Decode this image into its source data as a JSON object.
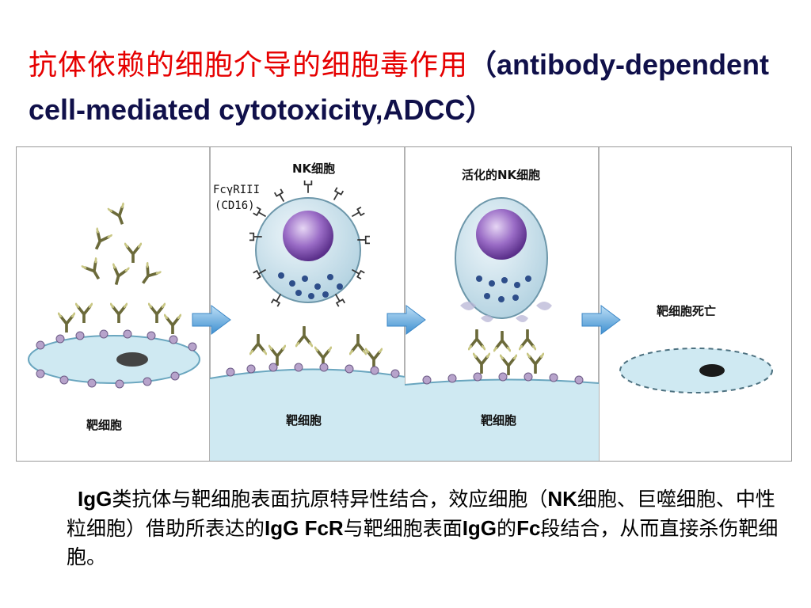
{
  "title": {
    "cn": "抗体依赖的细胞介导的细胞毒作用",
    "en": "（antibody-dependent cell-mediated cytotoxicity,ADCC）"
  },
  "figure": {
    "panel2": {
      "nk_label": "NK细胞",
      "receptor_label": "FcγRIII",
      "receptor_sub": "(CD16)",
      "target_label": "靶细胞"
    },
    "panel1": {
      "target_label": "靶细胞"
    },
    "panel3": {
      "nk_label": "活化的NK细胞",
      "target_label": "靶细胞"
    },
    "panel4": {
      "death_label": "靶细胞死亡"
    },
    "colors": {
      "target_fill": "#cfe9f2",
      "nk_fill": "#cde2ec",
      "nucleus": "#8a5fb8",
      "arrow": "#5fa8dd",
      "title_red": "#e60000",
      "title_blue": "#10104a"
    }
  },
  "description": {
    "p1_b1": "IgG",
    "p1_t1": "类抗体与靶细胞表面抗原特异性结合，效应细胞（",
    "p1_b2": "NK",
    "p1_t2": "细胞、巨噬细胞、中性粒细胞）借助所表达的",
    "p1_b3": "IgG FcR",
    "p1_t3": "与靶细胞表面",
    "p1_b4": "IgG",
    "p1_t4": "的",
    "p1_b5": "Fc",
    "p1_t5": "段结合，从而直接杀伤靶细胞。"
  }
}
